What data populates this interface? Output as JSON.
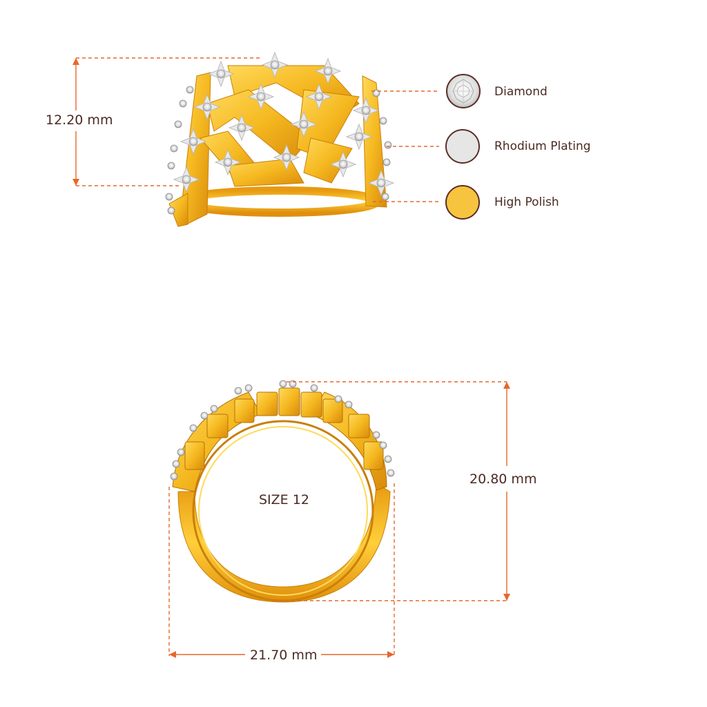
{
  "dimensions": {
    "height_top": "12.20 mm",
    "height_side": "20.80 mm",
    "width_side": "21.70 mm",
    "size": "SIZE 12"
  },
  "legend": [
    {
      "label": "Diamond",
      "swatch": "#e8e8e8",
      "icon": "diamond-icon"
    },
    {
      "label": "Rhodium Plating",
      "swatch": "#e6e6e6",
      "icon": "rhodium-swatch-icon"
    },
    {
      "label": "High Polish",
      "swatch": "#f7c43f",
      "icon": "gold-swatch-icon"
    }
  ],
  "colors": {
    "dim_line": "#e8662a",
    "text": "#4a2a22",
    "gold": "#f5b820",
    "gold_dark": "#d88a0a",
    "silver": "#dcdcdc"
  }
}
